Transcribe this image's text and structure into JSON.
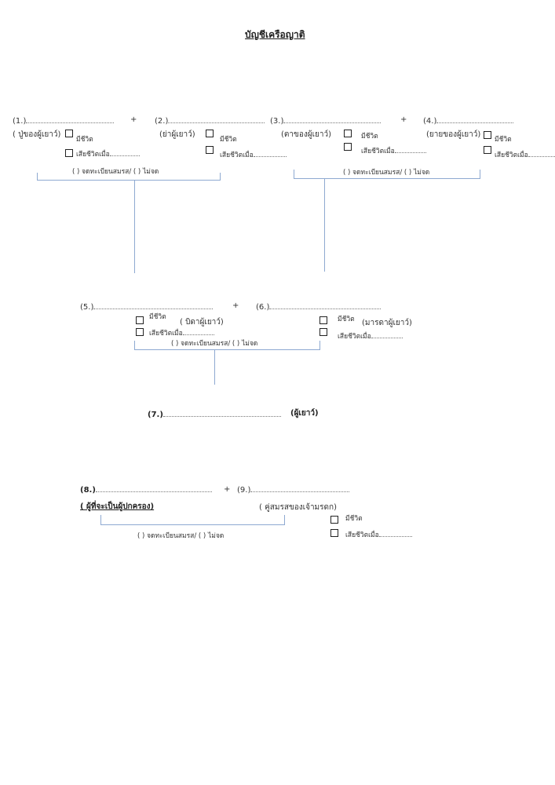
{
  "title": "บัญชีเครือญาติ",
  "plus": "+",
  "alive": "มีชีวิต",
  "deceased": "เสียชีวิตเมื่อ",
  "marriage": "( ) จดทะเบียนสมรส/ ( ) ไม่จด",
  "persons": [
    {
      "num": "(1.)",
      "role": "( ปู่ของผู้เยาว์)"
    },
    {
      "num": "(2.)",
      "role": "(ย่าผู้เยาว์)"
    },
    {
      "num": "(3.)",
      "role": "(ตาของผู้เยาว์)"
    },
    {
      "num": "(4.)",
      "role": "(ยายของผู้เยาว์)"
    },
    {
      "num": "(5.)",
      "role": "( บิดาผู้เยาว์)"
    },
    {
      "num": "(6.)",
      "role": "(มารดาผู้เยาว์)"
    },
    {
      "num": "(7.)",
      "role": "(ผู้เยาว์)"
    },
    {
      "num": "(8.)",
      "role": "( ผู้ที่จะเป็นผู้ปกครอง)"
    },
    {
      "num": "(9.)",
      "role": "( คู่สมรสของเจ้ามรดก)"
    }
  ]
}
